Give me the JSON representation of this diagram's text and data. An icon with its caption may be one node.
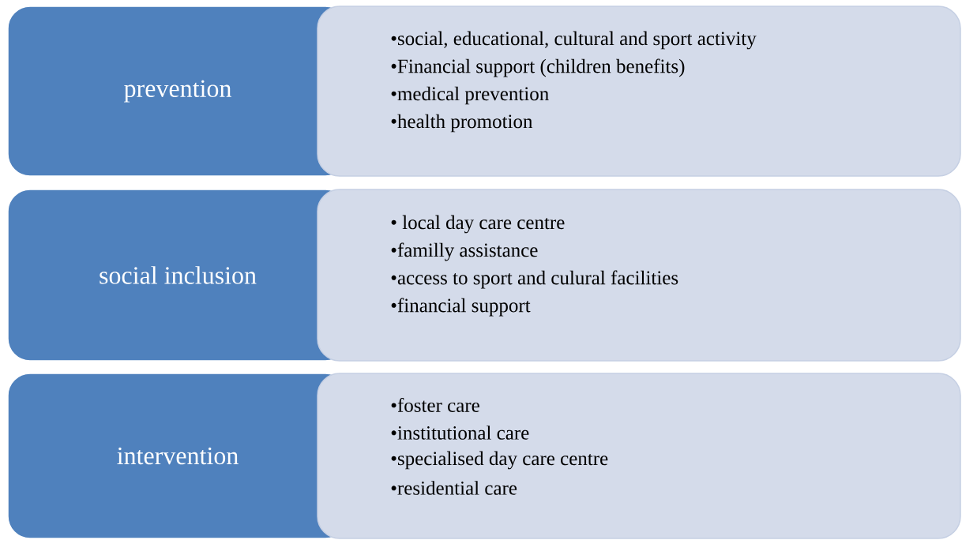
{
  "diagram": {
    "nodes": [
      {
        "text": [
          "prevention"
        ]
      },
      {
        "text": [
          "•social, educational, cultural and sport activity",
          "•Financial support (children benefits)",
          "•medical prevention",
          "•health promotion"
        ]
      },
      {
        "text": [
          "social inclusion"
        ]
      },
      {
        "text": [
          "• local day care centre",
          "•familly assistance",
          "•access to sport and culural facilities",
          "•financial support"
        ]
      },
      {
        "text": [
          "intervention"
        ]
      },
      {
        "text": [
          "•foster care",
          "•institutional care",
          "•specialised day care centre",
          "•residential care"
        ]
      }
    ]
  }
}
